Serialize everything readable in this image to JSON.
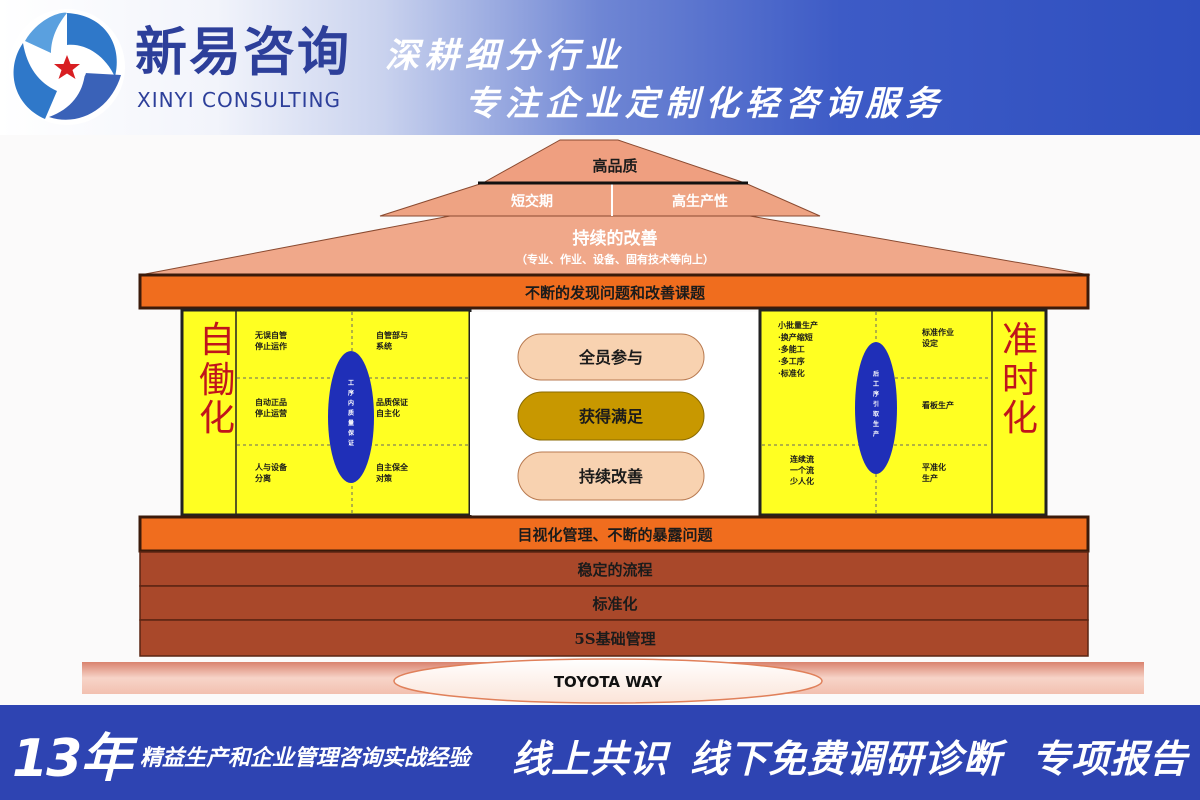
{
  "header": {
    "brand_cn": "新易咨询",
    "brand_en": "XINYI CONSULTING",
    "slogan_line1": "深耕细分行业",
    "slogan_line2": "专注企业定制化轻咨询服务"
  },
  "house": {
    "roof_top": "高品质",
    "roof_mid_left": "短交期",
    "roof_mid_right": "高生产性",
    "roof_main": "持续的改善",
    "roof_main_sub": "（专业、作业、设备、固有技术等向上）",
    "beam_top": "不断的发现问题和改善课题",
    "left_pillar": {
      "title": "自働化",
      "cells": [
        [
          "无误自管",
          "停止运作"
        ],
        [
          "自管部与",
          "系统"
        ],
        [
          "自动正品",
          "停止运营"
        ],
        [
          "品质保证",
          "自主化"
        ],
        [
          "人与设备",
          "分离"
        ],
        [
          "自主保全",
          "对策"
        ]
      ],
      "oval": "工序内质量保证"
    },
    "center": {
      "item1": "全员参与",
      "item2": "获得满足",
      "item3": "持续改善"
    },
    "right_pillar": {
      "title": "准时化",
      "cells": [
        [
          "小批量生产",
          "·换产缩短",
          "·多能工",
          "·多工序",
          "·标准化"
        ],
        [
          "标准作业",
          "设定"
        ],
        [
          "看板生产"
        ],
        [
          "连续流",
          "一个流",
          "少人化"
        ],
        [
          "平准化",
          "生产"
        ]
      ],
      "oval": "后工序引取生产"
    },
    "beam_bottom": "目视化管理、不断的暴露问题",
    "foundation": [
      "稳定的流程",
      "标准化",
      "5S基础管理"
    ],
    "base": "TOYOTA WAY"
  },
  "footer": {
    "years": "13年",
    "experience": "精益生产和企业管理咨询实战经验",
    "service1": "线上共识",
    "service2": "线下免费调研诊断",
    "service3": "专项报告"
  },
  "colors": {
    "header_blue": "#2d3f9a",
    "footer_blue": "#2e44b2",
    "roof": "#f0a88a",
    "beam": "#f06d1e",
    "pillar": "#ffff22",
    "foundation": "#a9482a",
    "oval": "#1f2fb8",
    "accent_red": "#c0141c"
  }
}
